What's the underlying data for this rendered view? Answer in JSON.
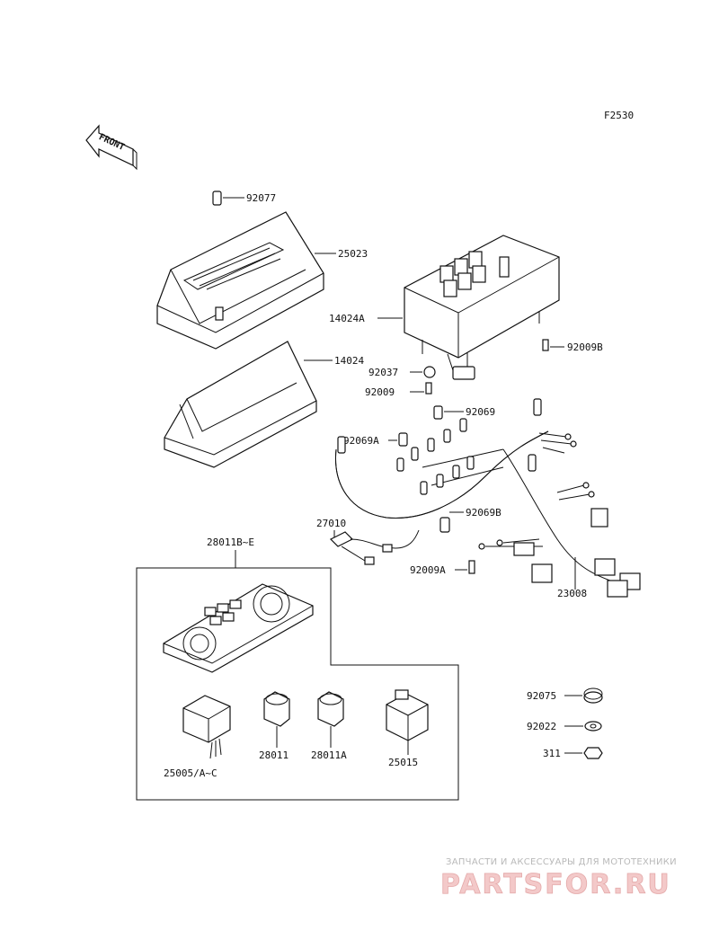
{
  "figure_code": "F2530",
  "direction_label": "FRONT",
  "parts": {
    "p92077": "92077",
    "p25023": "25023",
    "p14024A": "14024A",
    "p14024": "14024",
    "p92009B": "92009B",
    "p92037": "92037",
    "p92009": "92009",
    "p92069": "92069",
    "p92069A": "92069A",
    "p92069B": "92069B",
    "p27010": "27010",
    "p28011B_E": "28011B~E",
    "p92009A": "92009A",
    "p23008": "23008",
    "p92075": "92075",
    "p92022": "92022",
    "p311": "311",
    "p28011": "28011",
    "p28011A": "28011A",
    "p25005": "25005/A~C",
    "p25015": "25015"
  },
  "watermark": {
    "tagline": "ЗАПЧАСТИ И АКСЕССУАРЫ ДЛЯ МОТОТЕХНИКИ",
    "logo": "PARTSFOR.RU"
  }
}
